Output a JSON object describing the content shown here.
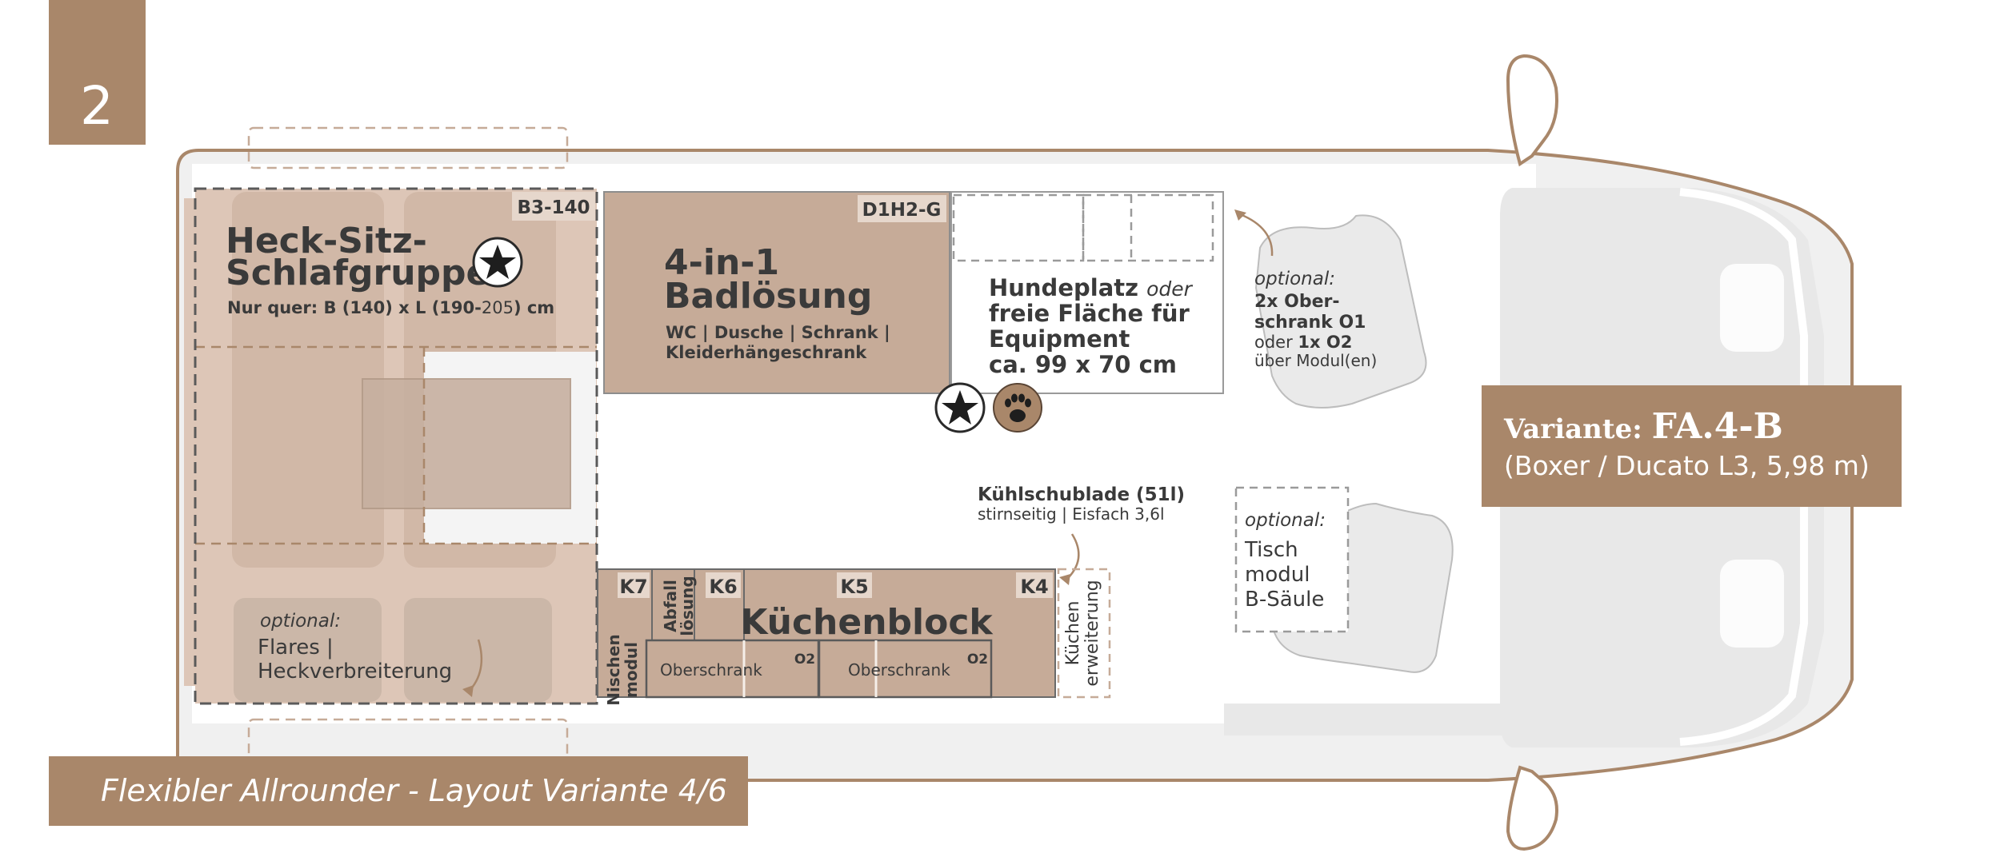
{
  "layout_number": "2",
  "footer_title": "Flexibler Allrounder - Layout Variante 4/6",
  "variant": {
    "label": "Variante:",
    "code": "FA.4-B",
    "model": "(Boxer / Ducato L3, 5,98 m)"
  },
  "rear_group": {
    "code": "B3-140",
    "title_line1": "Heck-Sitz-",
    "title_line2": "Schlafgruppe",
    "dims_prefix": "Nur quer: B (140) x L (190-",
    "dims_mid": "205",
    "dims_suffix": ") cm",
    "optional_label": "optional:",
    "optional_line1": "Flares |",
    "optional_line2": "Heckverbreiterung"
  },
  "bathroom": {
    "code": "D1H2-G",
    "title_line1": "4-in-1",
    "title_line2": "Badlösung",
    "desc_line1": "WC | Dusche | Schrank |",
    "desc_line2": "Kleiderhängeschrank"
  },
  "dog_area": {
    "title_bold": "Hundeplatz",
    "title_italic": "oder",
    "line2": "freie Fläche für",
    "line3": "Equipment",
    "line4": "ca. 99 x 70 cm"
  },
  "upper_cabinet_note": {
    "optional_label": "optional:",
    "line1": "2x Ober-",
    "line2": "schrank O1",
    "line3_prefix": "oder",
    "line3_bold": "1x O2",
    "line4": "über Modul(en)"
  },
  "fridge": {
    "title": "Kühlschublade (51l)",
    "subtitle": "stirnseitig | Eisfach 3,6l"
  },
  "kitchen": {
    "title": "Küchenblock",
    "k7": "K7",
    "k6": "K6",
    "k5": "K5",
    "k4": "K4",
    "niche_line1": "Nischen",
    "niche_line2": "modul",
    "waste_line1": "Abfall",
    "waste_line2": "lösung",
    "ext_line1": "Küchen",
    "ext_line2": "erweiterung",
    "upper1": "Oberschrank",
    "upper1_code": "O2",
    "upper2": "Oberschrank",
    "upper2_code": "O2"
  },
  "table_module": {
    "optional_label": "optional:",
    "line1": "Tisch",
    "line2": "modul",
    "line3": "B-Säule"
  },
  "colors": {
    "brown": "#a9876a",
    "tan": "#c6ab98",
    "light_tan": "#ddc6b7",
    "gray_fill": "#e6e6e6",
    "dark_text": "#3a3a3a"
  }
}
